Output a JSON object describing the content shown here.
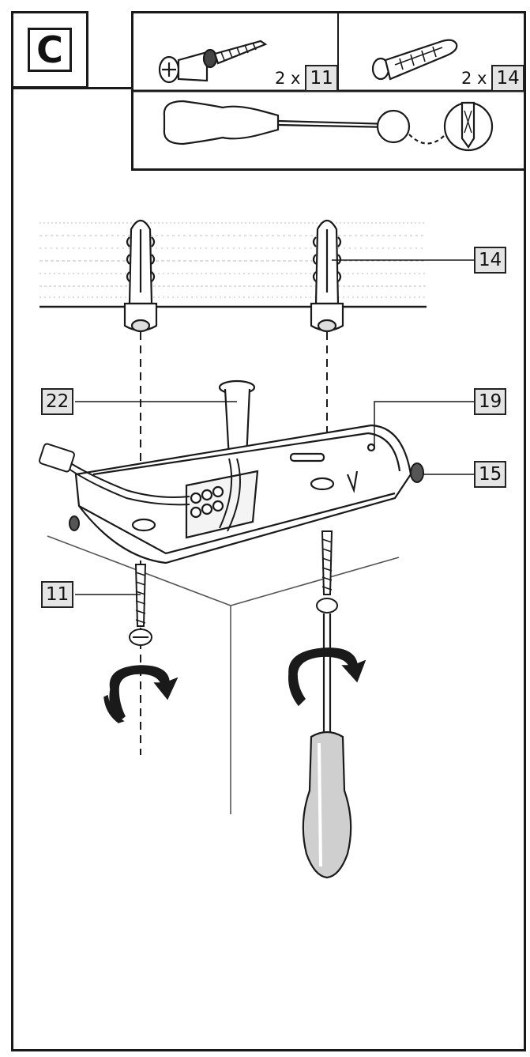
{
  "step": {
    "letter": "C"
  },
  "parts": {
    "screw": {
      "qty_text": "2 x",
      "part_no": "11"
    },
    "dowel": {
      "qty_text": "2 x",
      "part_no": "14"
    }
  },
  "callouts": {
    "dowel": "14",
    "cable": "22",
    "bracket": "19",
    "knob": "15",
    "screw": "11"
  },
  "colors": {
    "line": "#1a1a1a",
    "tag_fill": "#e4e4e4",
    "handle": "#cfcfcf"
  }
}
